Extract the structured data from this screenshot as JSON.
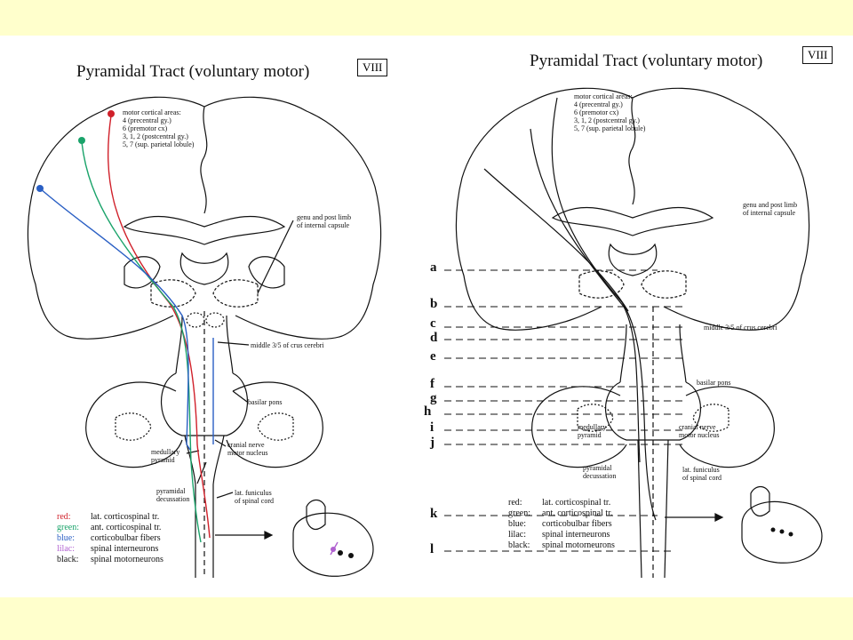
{
  "left": {
    "title": "Pyramidal Tract (voluntary motor)",
    "plate": "VIII",
    "cortical_label": "motor cortical areas:\n4 (precentral gy.)\n6 (premotor cx)\n3, 1, 2 (postcentral gy.)\n5, 7 (sup. parietal lobule)",
    "internal_capsule": "genu and post limb\nof internal capsule",
    "crus": "middle 3/5 of crus cerebri",
    "basilar_pons": "basilar pons",
    "medullary_pyramid": "medullary\npyramid",
    "cranial_nerve": "cranial nerve\nmotor nucleus",
    "decussation": "pyramidal\ndecussation",
    "lat_funiculus": "lat. funiculus\nof spinal cord",
    "legend": [
      {
        "key": "red:",
        "value": "lat. corticospinal tr.",
        "color": "#d0202a"
      },
      {
        "key": "green:",
        "value": "ant. corticospinal tr.",
        "color": "#1aa36a"
      },
      {
        "key": "blue:",
        "value": "corticobulbar fibers",
        "color": "#2a5fc4"
      },
      {
        "key": "lilac:",
        "value": "spinal interneurons",
        "color": "#b060d0"
      },
      {
        "key": "black:",
        "value": "spinal motorneurons",
        "color": "#111111"
      }
    ]
  },
  "right": {
    "title": "Pyramidal Tract (voluntary motor)",
    "plate": "VIII",
    "cortical_label": "motor cortical areas:\n4 (precentral gy.)\n6 (premotor cx)\n3, 1, 2 (postcentral gy.)\n5, 7 (sup. parietal lobule)",
    "internal_capsule": "genu and post limb\nof internal capsule",
    "crus": "middle 3/5 of crus cerebri",
    "basilar_pons": "basilar pons",
    "medullary_pyramid": "medullary\npyramid",
    "cranial_nerve": "cranial nerve\nmotor nucleus",
    "decussation": "pyramidal\ndecussation",
    "lat_funiculus": "lat. funiculus\nof spinal cord",
    "letters": [
      "a",
      "b",
      "c",
      "d",
      "e",
      "f",
      "g",
      "h",
      "i",
      "j",
      "k",
      "l"
    ],
    "legend": [
      {
        "key": "red:",
        "value": "lat. corticospinal tr."
      },
      {
        "key": "green:",
        "value": "ant. corticospinal tr."
      },
      {
        "key": "blue:",
        "value": "corticobulbar fibers"
      },
      {
        "key": "lilac:",
        "value": "spinal interneurons"
      },
      {
        "key": "black:",
        "value": "spinal motorneurons"
      }
    ]
  },
  "colors": {
    "background": "#ffffcc",
    "red": "#d0202a",
    "green": "#1aa36a",
    "blue": "#2a5fc4",
    "lilac": "#b060d0"
  }
}
